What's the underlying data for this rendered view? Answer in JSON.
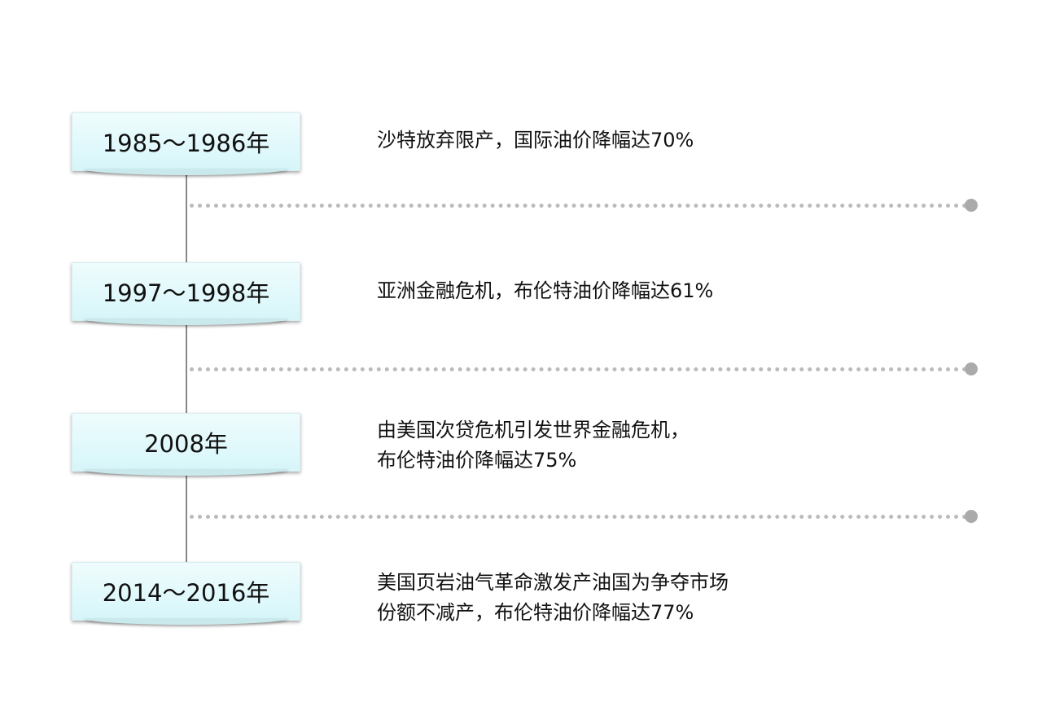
{
  "events": [
    {
      "period": "1985～1986年",
      "lines": [
        "沙特放弃限产，国际油价降幅达70%"
      ]
    },
    {
      "period": "1997～1998年",
      "lines": [
        "亚洲金融危机，布伦特油价降幅达61%"
      ]
    },
    {
      "period": "2008年",
      "lines": [
        "由美国次贷危机引发世界金融危机，",
        "布伦特油价降幅达75%"
      ]
    },
    {
      "period": "2014～2016年",
      "lines": [
        "美国页岩油气革命激发产油国为争夺市场",
        "份额不减产，布伦特油价降幅达77%"
      ]
    }
  ]
}
